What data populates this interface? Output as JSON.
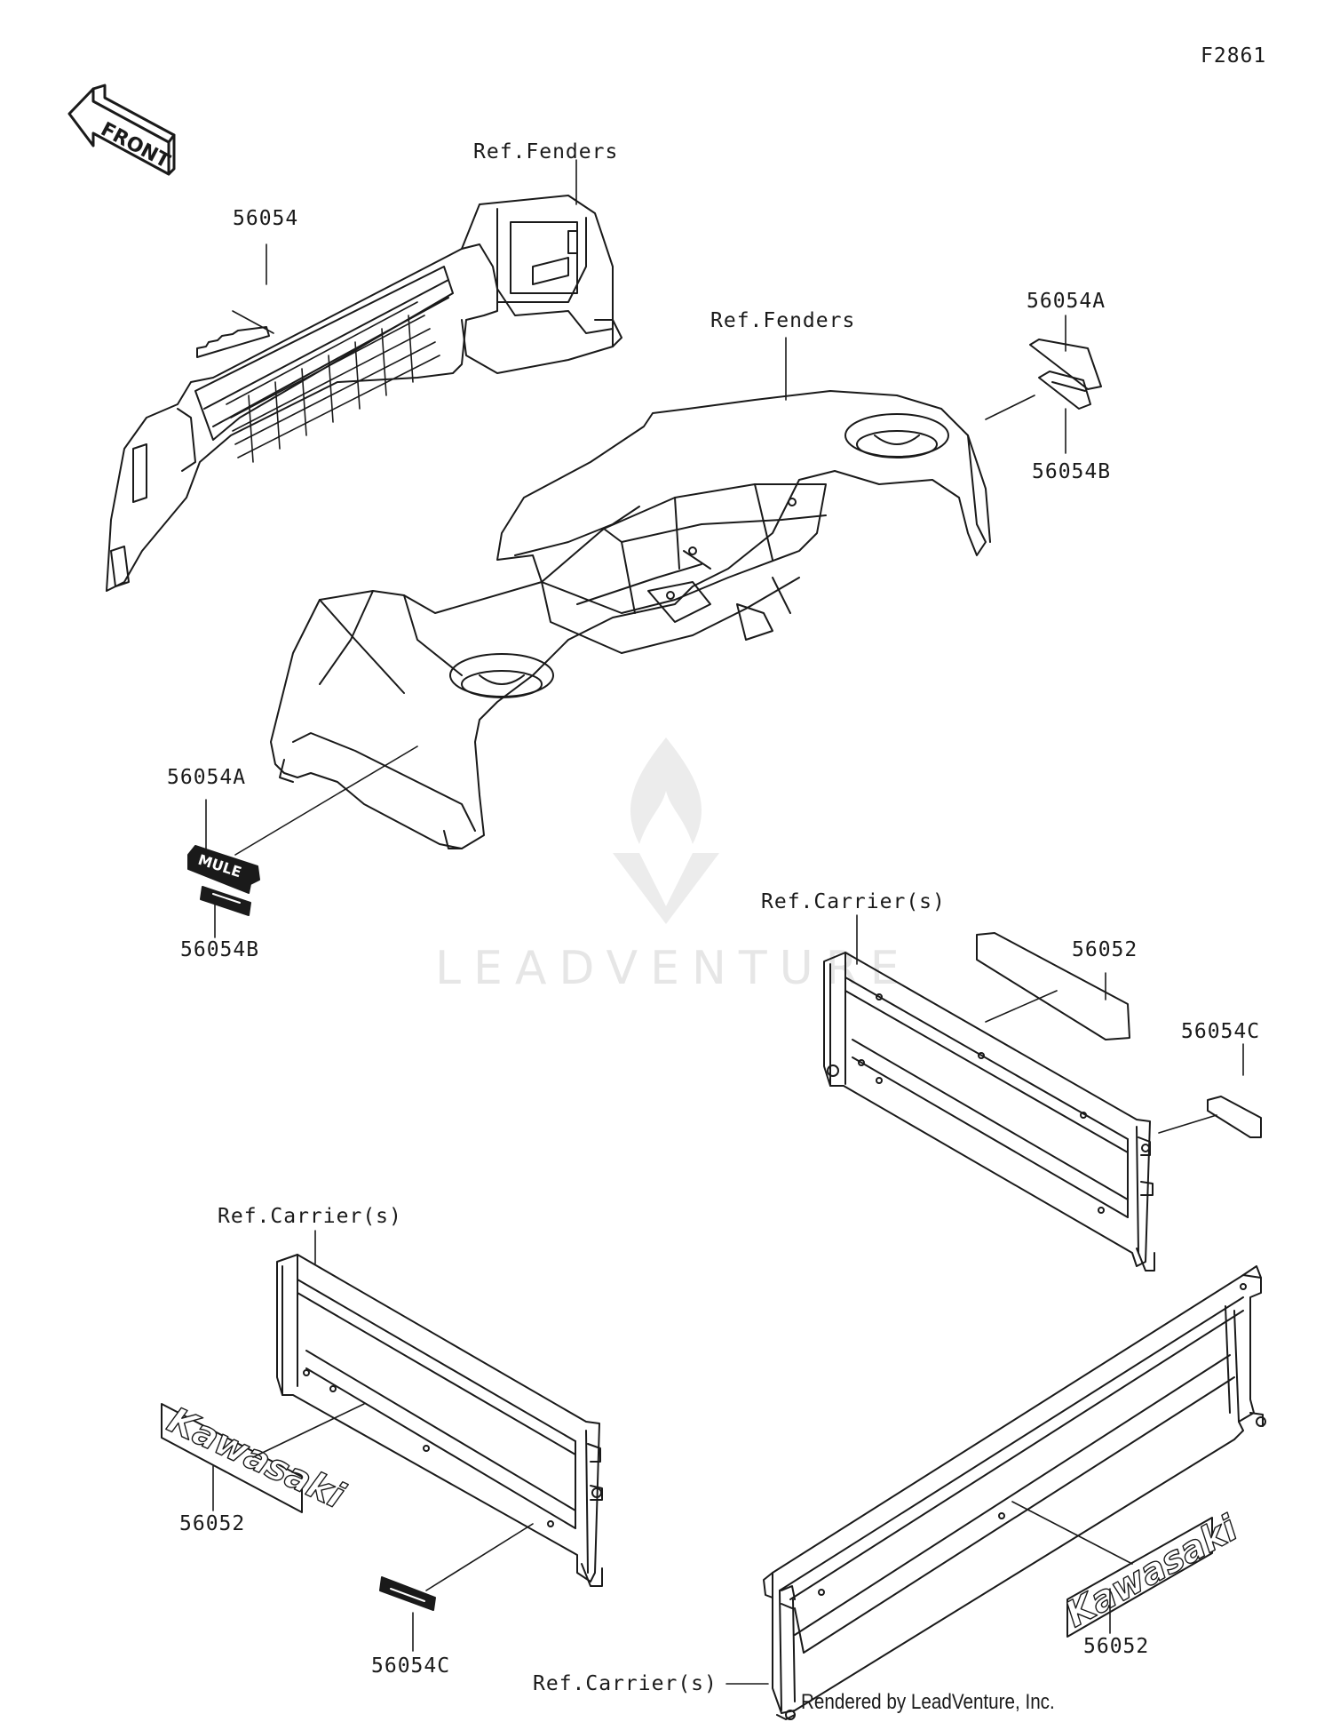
{
  "diagram_code": "F2861",
  "front_arrow_text": "FRONT",
  "watermark_text": "LEADVENTURE",
  "credit": "Rendered by LeadVenture, Inc.",
  "labels": {
    "ref_fenders_front": "Ref.Fenders",
    "part_56054": "56054",
    "ref_fenders_main": "Ref.Fenders",
    "part_56054a_right": "56054A",
    "part_56054b_right": "56054B",
    "part_56054a_left": "56054A",
    "part_56054b_left": "56054B",
    "ref_carriers_upper": "Ref.Carrier(s)",
    "part_56052_upper": "56052",
    "part_56054c_right": "56054C",
    "ref_carriers_lower_left": "Ref.Carrier(s)",
    "part_56052_left": "56052",
    "part_56054c_bottom": "56054C",
    "ref_carriers_bottom": "Ref.Carrier(s)",
    "part_56052_bottom": "56052"
  },
  "decals": {
    "mule_logo": "MULE",
    "kawasaki_left": "Kawasaki",
    "kawasaki_right": "Kawasaki"
  },
  "colors": {
    "line": "#1a1a1a",
    "watermark": "#e6e6e6",
    "background": "#ffffff"
  }
}
